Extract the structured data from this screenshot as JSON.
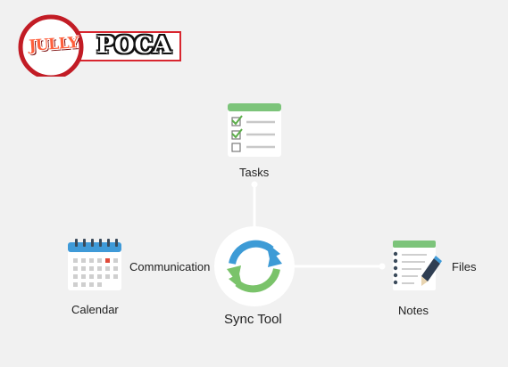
{
  "logo": {
    "left_text": "JULLY",
    "right_text": "POCA"
  },
  "diagram": {
    "center": {
      "label": "Sync Tool",
      "icon": "sync-icon"
    },
    "nodes": {
      "tasks": {
        "label": "Tasks",
        "icon": "checklist-icon"
      },
      "calendar": {
        "label": "Calendar",
        "icon": "calendar-icon"
      },
      "notes": {
        "label": "Notes",
        "icon": "notepad-icon"
      }
    },
    "edge_labels": {
      "communication": "Communication",
      "files": "Files"
    }
  },
  "colors": {
    "background": "#f1f1f1",
    "connector": "#ffffff",
    "sync_blue": "#3d9bd6",
    "sync_green": "#7ac36a",
    "task_header": "#7cc47a",
    "calendar_header": "#3f9ad8",
    "calendar_highlight": "#e04a3a",
    "notes_header": "#7cc47a",
    "logo_red": "#d8262f"
  }
}
